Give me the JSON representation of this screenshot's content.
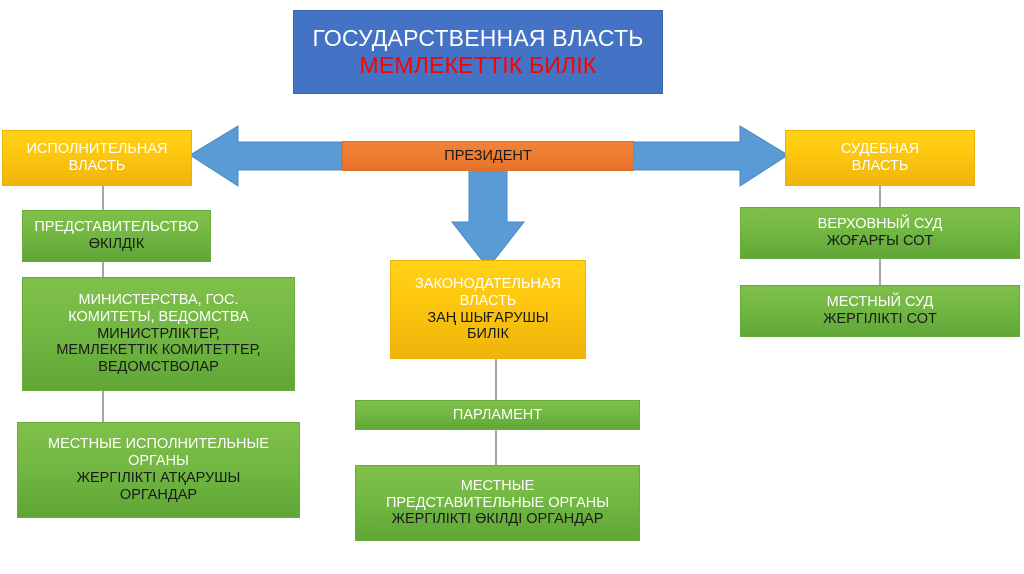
{
  "title": {
    "ru": "ГОСУДАРСТВЕННАЯ ВЛАСТЬ",
    "kk": "МЕМЛЕКЕТТІК БИЛІК"
  },
  "president": {
    "ru": "ПРЕЗИДЕНТ"
  },
  "branches": {
    "executive": {
      "ru": "ИСПОЛНИТЕЛЬНАЯ\nВЛАСТЬ"
    },
    "legislative": {
      "ru": "ЗАКОНОДАТЕЛЬНАЯ\nВЛАСТЬ",
      "kk": "ЗАҢ ШЫҒАРУШЫ\nБИЛІК"
    },
    "judicial": {
      "ru": "СУДЕБНАЯ\nВЛАСТЬ"
    }
  },
  "executive_nodes": [
    {
      "ru": "ПРЕДСТАВИТЕЛЬСТВО",
      "kk": "ӨКІЛДІК"
    },
    {
      "ru": "МИНИСТЕРСТВА, ГОС.\nКОМИТЕТЫ, ВЕДОМСТВА",
      "kk": "МИНИСТРЛІКТЕР,\nМЕМЛЕКЕТТІК КОМИТЕТТЕР,\nВЕДОМСТВОЛАР"
    },
    {
      "ru": "МЕСТНЫЕ ИСПОЛНИТЕЛЬНЫЕ\nОРГАНЫ",
      "kk": "ЖЕРГІЛІКТІ АТҚАРУШЫ\nОРГАНДАР"
    }
  ],
  "legislative_nodes": [
    {
      "ru": "ПАРЛАМЕНТ",
      "kk": ""
    },
    {
      "ru": "МЕСТНЫЕ\nПРЕДСТАВИТЕЛЬНЫЕ ОРГАНЫ",
      "kk": "ЖЕРГІЛІКТІ ӨКІЛДІ ОРГАНДАР"
    }
  ],
  "judicial_nodes": [
    {
      "ru": "ВЕРХОВНЫЙ СУД",
      "kk": "ЖОҒАРҒЫ СОТ"
    },
    {
      "ru": "МЕСТНЫЙ СУД",
      "kk": "ЖЕРГІЛІКТІ СОТ"
    }
  ],
  "arrows": {
    "left_arrow": "arrow-left-icon",
    "right_arrow": "arrow-right-icon",
    "down_arrow": "arrow-down-icon"
  },
  "colors": {
    "title_bg": "#4472c4",
    "title_ru_text": "#ffffff",
    "title_kk_text": "#ff0000",
    "branch_yellow": "#fdc80e",
    "president_orange": "#ed7d31",
    "node_green": "#73b843",
    "arrow_blue": "#5b9bd5",
    "connector_gray": "#a6a6a6"
  }
}
